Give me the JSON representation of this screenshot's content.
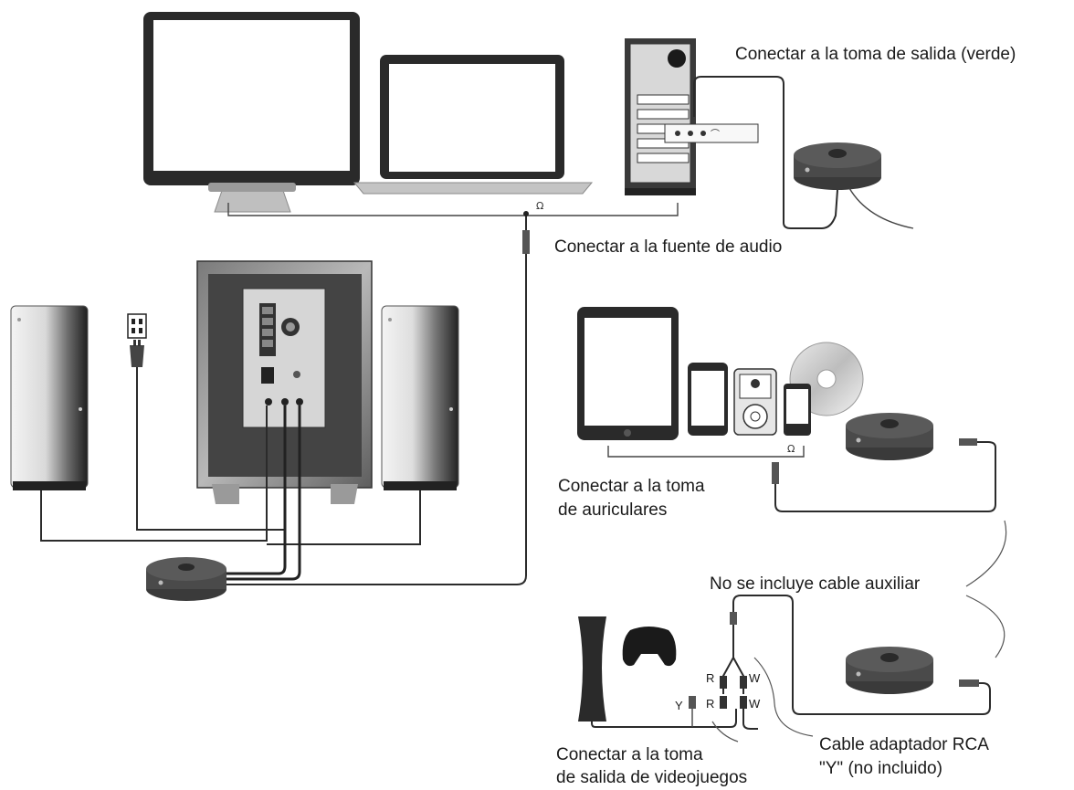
{
  "labels": {
    "output_jack": "Conectar a la toma de salida (verde)",
    "audio_source": "Conectar a la fuente de audio",
    "headphone_jack_1": "Conectar a la toma",
    "headphone_jack_2": "de auriculares",
    "no_aux_cable": "No se incluye cable auxiliar",
    "rca_adapter_1": "Cable adaptador RCA",
    "rca_adapter_2": "\"Y\" (no incluido)",
    "game_out_1": "Conectar a la toma",
    "game_out_2": "de salida de videojuegos"
  },
  "plug_marks": {
    "r_top": "R",
    "w_top": "W",
    "r_bottom": "R",
    "w_bottom": "W",
    "y": "Y"
  },
  "icons": {
    "headphone": "headphone-icon"
  },
  "colors": {
    "line": "#2b2b2b",
    "device_dark": "#2a2a2a",
    "device_gray": "#8a8a8a",
    "screen": "#ffffff"
  }
}
